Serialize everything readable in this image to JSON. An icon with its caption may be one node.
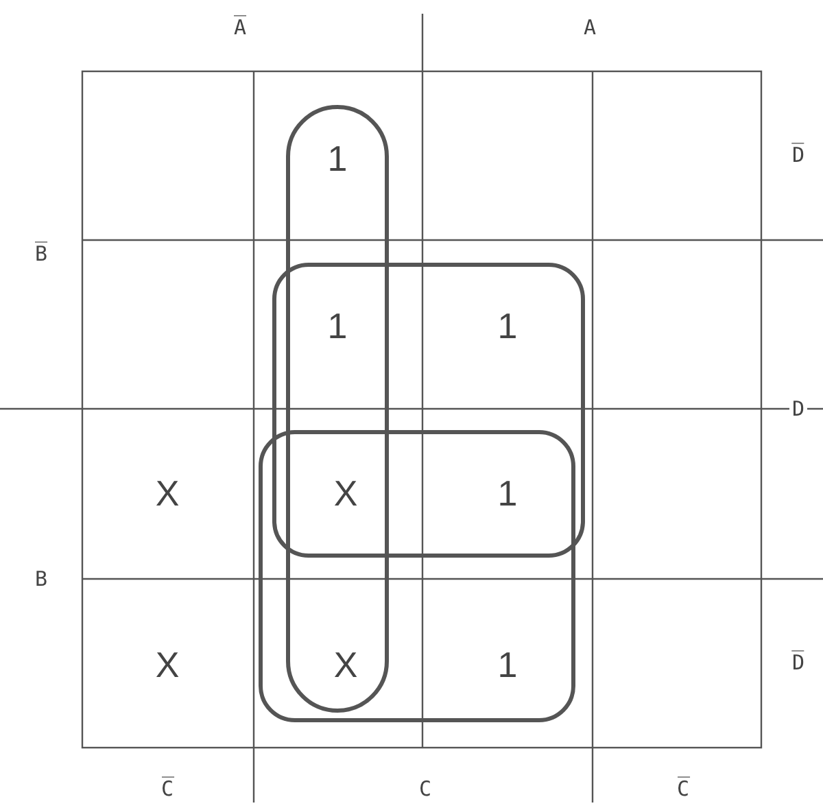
{
  "diagram": {
    "labels": [
      "A̅",
      "A",
      "D̅",
      "B̅",
      "1",
      "1",
      "1",
      "D",
      "X",
      "X",
      "1",
      "B",
      "X",
      "X",
      "1",
      "D̅",
      "C̅",
      "C",
      "C̅"
    ]
  }
}
